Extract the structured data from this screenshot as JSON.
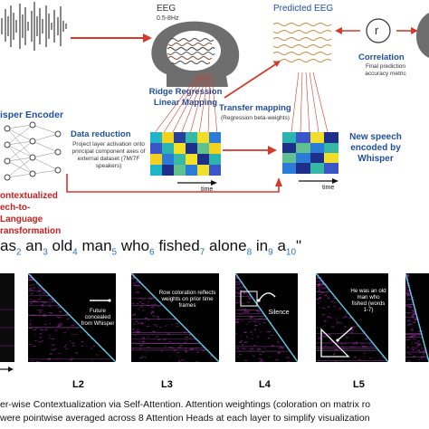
{
  "top": {
    "encoder_label": "isper Encoder",
    "eeg_title": "EEG",
    "eeg_band": "0.5-8Hz",
    "predicted_eeg": "Predicted EEG",
    "correlation_symbol": "r",
    "correlation_title": "Correlation",
    "correlation_desc": "Final prediction accuracy metric",
    "ridge_title": "Ridge Regression Linear Mapping",
    "transfer_title": "Transfer mapping",
    "transfer_desc": "(Regression beta-weights)",
    "data_reduction_title": "Data reduction",
    "data_reduction_desc": "Project layer activation onto principal component axes of external dataset (7M/7F speakers)",
    "time_label_1": "time",
    "time_label_2": "time",
    "new_speech_title": "New speech encoded by Whisper",
    "contextualized_title": "ontextualized ech-to-Language ransformation"
  },
  "sentence": {
    "parts": [
      {
        "word": "as",
        "sub": "2"
      },
      {
        "word": "an",
        "sub": "3"
      },
      {
        "word": "old",
        "sub": "4"
      },
      {
        "word": "man",
        "sub": "5"
      },
      {
        "word": "who",
        "sub": "6"
      },
      {
        "word": "fished",
        "sub": "7"
      },
      {
        "word": "alone",
        "sub": "8"
      },
      {
        "word": "in",
        "sub": "9"
      },
      {
        "word": "a",
        "sub": "10"
      }
    ],
    "close_quote": "\""
  },
  "panels": {
    "p2_caption": "Future concealed from Whisper",
    "p3_caption": "Row coloration reflects weights on prior time frames",
    "p4_caption": "Silence",
    "p5_caption": "He was an old man who fished (words 1-7)"
  },
  "layers": [
    "L2",
    "L3",
    "L4",
    "L5"
  ],
  "caption": {
    "line1": "er-wise Contextualization via Self-Attention.  Attention weightings (coloration on matrix ro",
    "line2": "were pointwise averaged across 8 Attention Heads at each layer to simplify visualization"
  },
  "colors": {
    "blue_text": "#1f4e9c",
    "red_text": "#c8201f",
    "arrow_red": "#d23a2a",
    "attention_magenta": "#8a1f8f",
    "attention_diag": "#5fd0e8"
  }
}
